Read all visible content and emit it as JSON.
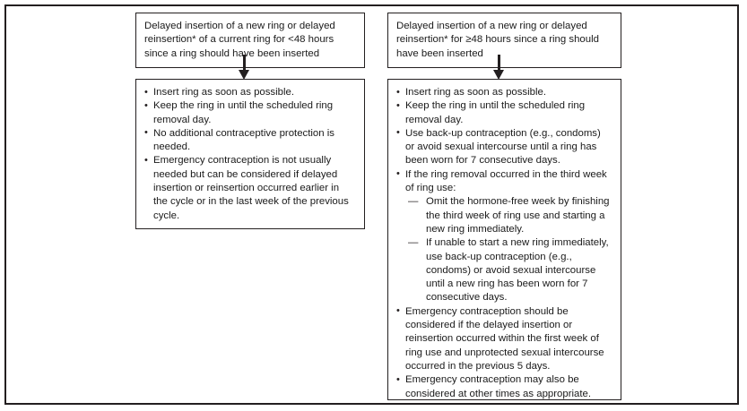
{
  "figure": {
    "border_color": "#231f20",
    "background_color": "#ffffff"
  },
  "columns": [
    {
      "id": "left",
      "header": {
        "text": "Delayed insertion of a new ring or delayed reinsertion* of a current ring for  <48 hours since a ring should have been inserted"
      },
      "arrow": {
        "name": "down-arrow",
        "direction": "down"
      },
      "actions": {
        "items": [
          {
            "text": "Insert ring as soon as possible.",
            "sub": []
          },
          {
            "text": "Keep the ring in until the scheduled ring removal day.",
            "sub": []
          },
          {
            "text": "No additional contraceptive protection is needed.",
            "sub": []
          },
          {
            "text": "Emergency contraception is not usually needed but can be considered if delayed insertion or reinsertion occurred earlier in the cycle or in the last week of the previous cycle.",
            "sub": []
          }
        ]
      }
    },
    {
      "id": "right",
      "header": {
        "text": "Delayed insertion of a new ring or delayed reinsertion* for ≥48 hours since a ring should have been inserted"
      },
      "arrow": {
        "name": "down-arrow",
        "direction": "down"
      },
      "actions": {
        "items": [
          {
            "text": "Insert ring as soon as possible.",
            "sub": []
          },
          {
            "text": "Keep the ring in until the scheduled ring removal day.",
            "sub": []
          },
          {
            "text": "Use back-up contraception (e.g., condoms) or avoid sexual intercourse until a ring has been worn for 7 consecutive days.",
            "sub": []
          },
          {
            "text": "If the ring removal occurred in the third week of ring use:",
            "sub": [
              "Omit the hormone-free week by finishing the third week of ring use and starting a new ring immediately.",
              "If unable to start a new ring immediately, use back-up contraception (e.g., condoms) or avoid sexual intercourse until a new ring has been worn for 7 consecutive days."
            ]
          },
          {
            "text": "Emergency contraception should be considered if the delayed insertion or reinsertion occurred within the first week of ring use and unprotected sexual intercourse occurred in the previous 5 days.",
            "sub": []
          },
          {
            "text": "Emergency contraception may also be considered at other times as appropriate.",
            "sub": []
          }
        ]
      }
    }
  ]
}
